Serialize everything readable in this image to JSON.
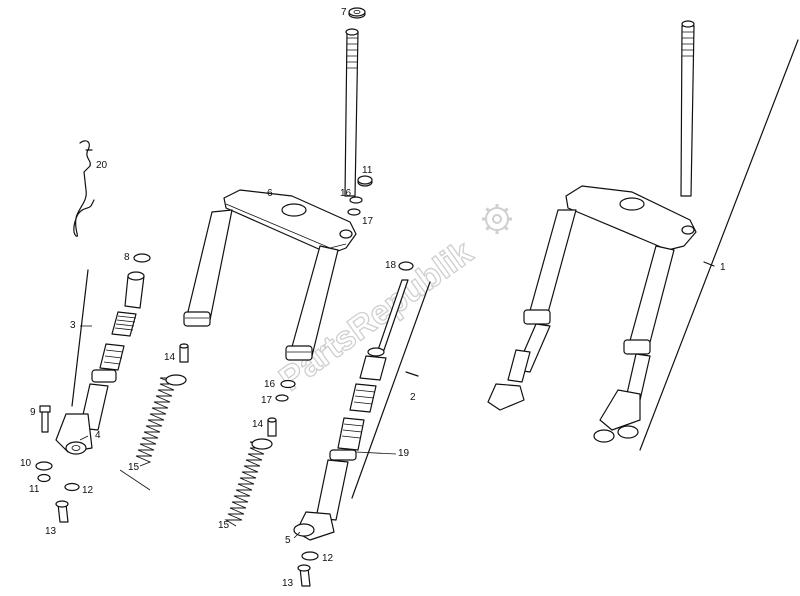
{
  "diagram": {
    "watermark": "PartsRepublik",
    "labels": {
      "l1": "1",
      "l2": "2",
      "l3": "3",
      "l4": "4",
      "l5": "5",
      "l6": "6",
      "l7": "7",
      "l8": "8",
      "l9": "9",
      "l10": "10",
      "l11a": "11",
      "l11b": "11",
      "l12a": "12",
      "l12b": "12",
      "l13a": "13",
      "l13b": "13",
      "l14a": "14",
      "l14b": "14",
      "l15a": "15",
      "l15b": "15",
      "l16a": "16",
      "l16b": "16",
      "l17a": "17",
      "l17b": "17",
      "l18": "18",
      "l19": "19",
      "l20": "20"
    }
  }
}
